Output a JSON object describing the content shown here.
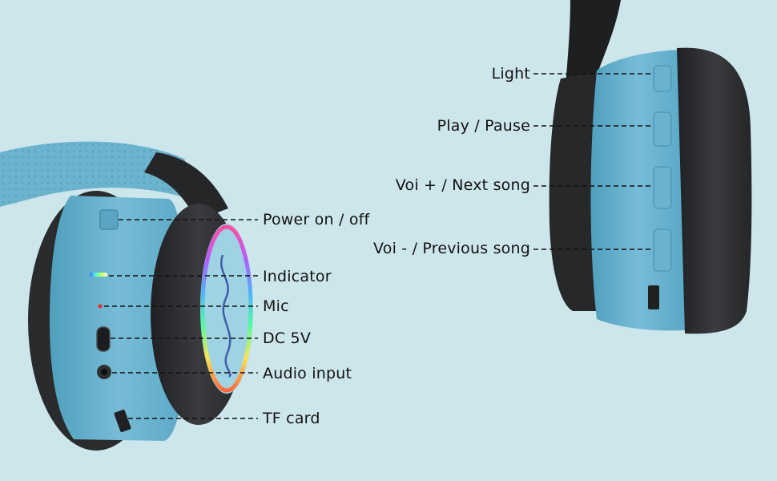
{
  "colors": {
    "background": "#cde6ec",
    "shell_blue": "#6fb6d0",
    "cushion_black": "#2c2d2f",
    "label_text": "#111111"
  },
  "left_headphone": {
    "labels": [
      {
        "id": "power",
        "text": "Power on / off"
      },
      {
        "id": "indicator",
        "text": "Indicator"
      },
      {
        "id": "mic",
        "text": "Mic"
      },
      {
        "id": "dc",
        "text": "DC 5V"
      },
      {
        "id": "audio",
        "text": "Audio input"
      },
      {
        "id": "tf",
        "text": "TF card"
      }
    ]
  },
  "right_headphone": {
    "labels": [
      {
        "id": "light",
        "text": "Light"
      },
      {
        "id": "play",
        "text": "Play / Pause"
      },
      {
        "id": "next",
        "text": "Voi + / Next song"
      },
      {
        "id": "prev",
        "text": "Voi - / Previous song"
      }
    ]
  }
}
